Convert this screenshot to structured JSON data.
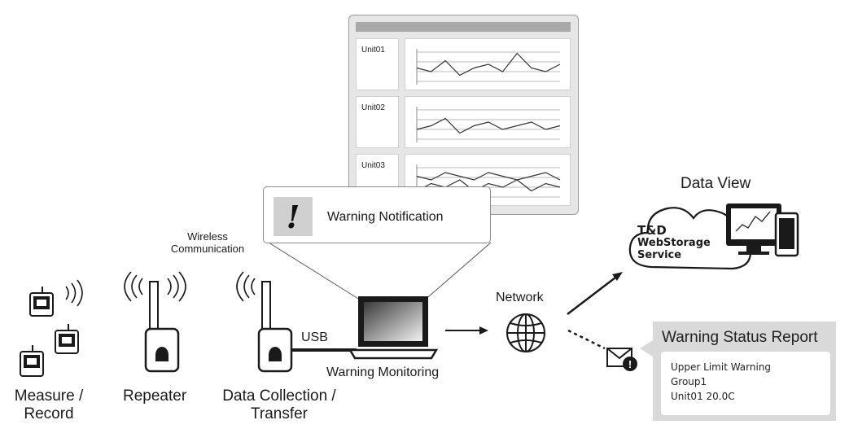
{
  "dashboard": {
    "rows": [
      {
        "name": "Unit01",
        "line1": [
          5,
          4,
          7,
          3,
          5,
          6,
          4,
          9,
          5,
          4,
          6
        ],
        "line2": []
      },
      {
        "name": "Unit02",
        "line1": [
          4,
          5,
          7,
          3,
          5,
          6,
          4,
          5,
          6,
          4,
          5
        ],
        "line2": []
      },
      {
        "name": "Unit03",
        "line1": [
          3,
          5,
          4,
          6,
          3,
          5,
          4,
          6,
          3,
          5,
          4
        ],
        "line2": [
          7,
          6,
          8,
          7,
          6,
          8,
          7,
          6,
          7,
          8,
          6
        ]
      }
    ]
  },
  "notification": {
    "label": "Warning Notification",
    "icon": "exclamation-icon"
  },
  "labels": {
    "wireless": [
      "Wireless",
      "Communication"
    ],
    "usb": "USB",
    "warning_monitoring": "Warning Monitoring",
    "network": "Network",
    "data_view": "Data View",
    "measure": [
      "Measure /",
      "Record"
    ],
    "repeater": "Repeater",
    "collection": [
      "Data Collection /",
      "Transfer"
    ]
  },
  "cloud": {
    "lines": [
      "T&D",
      "WebStorage",
      "Service"
    ]
  },
  "report": {
    "title": "Warning Status Report",
    "lines": [
      "Upper Limit Warning",
      "Group1",
      "Unit01 20.0C"
    ]
  },
  "colors": {
    "ink": "#1a1a1a",
    "panel": "#e6e6e6",
    "report_bg": "#d9d9d9"
  }
}
